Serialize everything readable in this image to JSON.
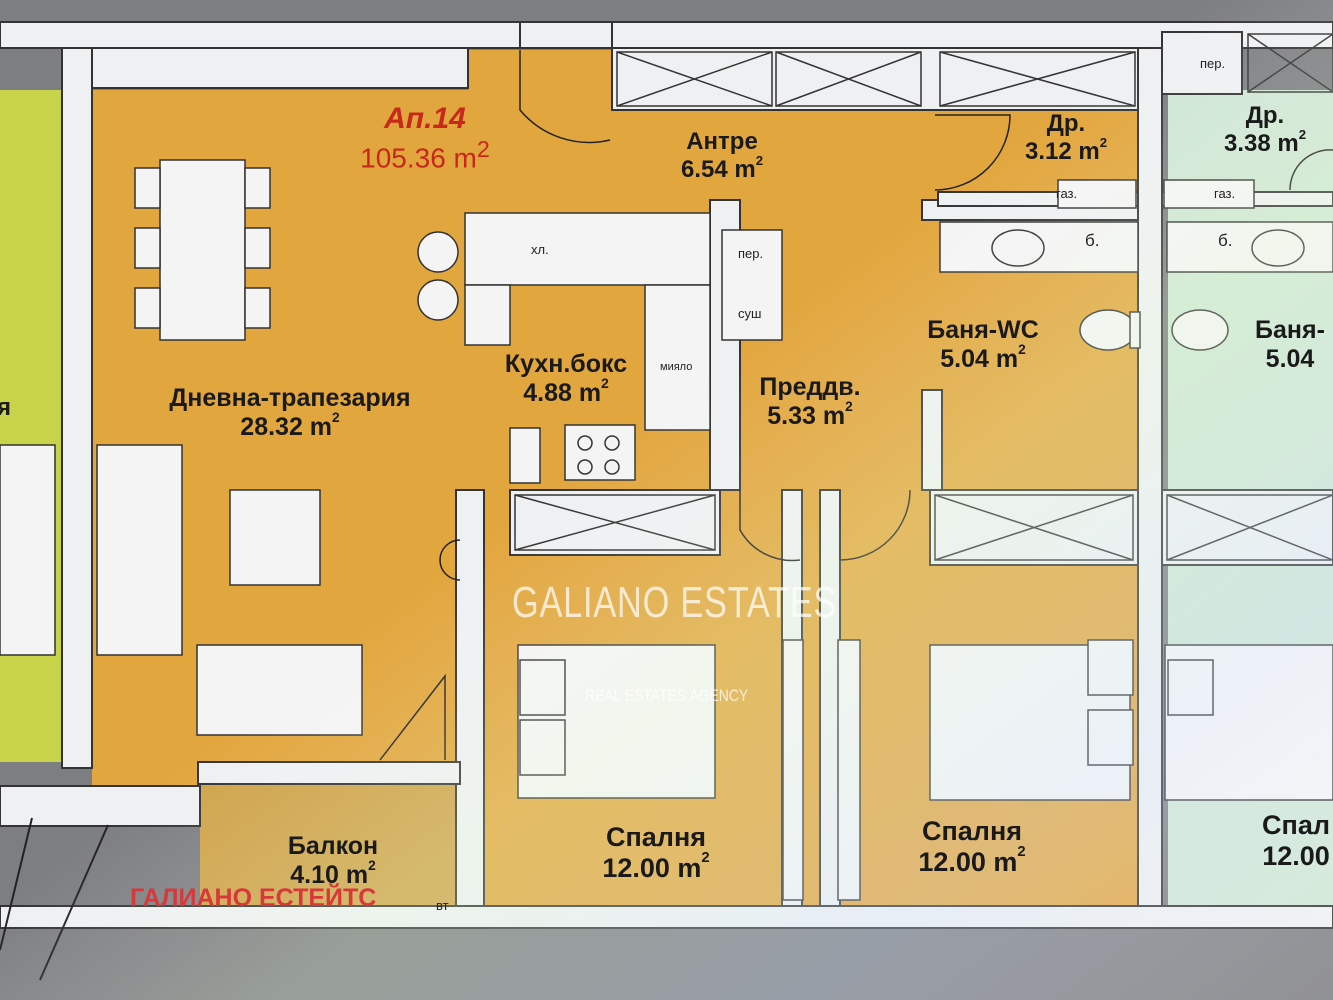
{
  "apartment": {
    "number": "Ап.14",
    "area": "105.36 m",
    "area_sup": "2"
  },
  "rooms": {
    "antre": {
      "name": "Антре",
      "area": "6.54  m",
      "sup": "2"
    },
    "dr_left": {
      "name": "Др.",
      "area": "3.12  m",
      "sup": "2"
    },
    "dr_right": {
      "name": "Др.",
      "area": "3.38  m",
      "sup": "2"
    },
    "living": {
      "name": "Дневна-трапезария",
      "area": "28.32  m",
      "sup": "2"
    },
    "kitchen": {
      "name": "Кухн.бокс",
      "area": "4.88  m",
      "sup": "2"
    },
    "hall": {
      "name": "Преддв.",
      "area": "5.33  m",
      "sup": "2"
    },
    "bath_left": {
      "name": "Баня-WC",
      "area": "5.04  m",
      "sup": "2"
    },
    "bath_right": {
      "name": "Баня-",
      "area": "5.04"
    },
    "balcony": {
      "name": "Балкон",
      "area": "4.10  m",
      "sup": "2"
    },
    "bedroom1": {
      "name": "Спалня",
      "area": "12.00  m",
      "sup": "2"
    },
    "bedroom2": {
      "name": "Спалня",
      "area": "12.00  m",
      "sup": "2"
    },
    "bedroom3": {
      "name": "Спал",
      "area": "12.00"
    },
    "left_cut": {
      "name": "я"
    }
  },
  "fixtures": {
    "fridge": "хл.",
    "washer_left": "пер.",
    "washer_right": "пер.",
    "dryer": "суш",
    "dishwasher": "мияло",
    "gas_left": "газ.",
    "gas_right": "газ.",
    "boiler_left": "б.",
    "boiler_right": "б.",
    "vt": "вт"
  },
  "watermark": {
    "brand": "GALIANO  ESTATES",
    "tagline": "REAL ESTATES AGENCY",
    "brand_bg": "ГАЛИАНО ЕСТЕЙТС"
  },
  "colors": {
    "apartment_fill": "#e2a63e",
    "balcony_fill": "#cfa34a",
    "neighbor_left_fill": "#c9d34a",
    "neighbor_right_fill": "#cfe6d4",
    "wall": "#eef0f2",
    "red_label": "#c8281c"
  }
}
